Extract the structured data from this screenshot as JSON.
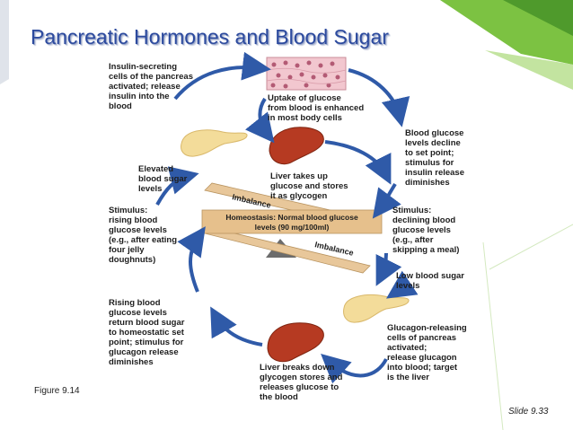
{
  "slide": {
    "title": "Pancreatic Hormones and Blood Sugar",
    "figure_label": "Figure 9.14",
    "slide_number": "Slide 9.33"
  },
  "diagram": {
    "labels": {
      "insulin_secreting": "Insulin-secreting\ncells of the pancreas\nactivated; release\ninsulin into the\nblood",
      "uptake": "Uptake of glucose\nfrom blood is enhanced\nin most body cells",
      "bg_decline": "Blood glucose\nlevels decline\nto set point;\nstimulus for\ninsulin release\ndiminishes",
      "elevated": "Elevated\nblood sugar\nlevels",
      "liver_takes_up": "Liver takes up\nglucose and stores\nit as glycogen",
      "stimulus_rising": "Stimulus:\nrising blood\nglucose levels\n(e.g., after eating\nfour jelly\ndoughnuts)",
      "stimulus_declining": "Stimulus:\ndeclining blood\nglucose levels\n(e.g., after\nskipping a meal)",
      "low_sugar": "Low blood sugar\nlevels",
      "rising_return": "Rising blood\nglucose levels\nreturn blood sugar\nto homeostatic set\npoint; stimulus for\nglucagon release\ndiminishes",
      "glucagon_releasing": "Glucagon-releasing\ncells of pancreas\nactivated;\nrelease glucagon\ninto blood; target\nis the liver",
      "liver_breaks_down": "Liver breaks down\nglycogen stores and\nreleases glucose to\nthe blood"
    },
    "balance": {
      "imbalance_top": "Imbalance",
      "imbalance_bottom": "Imbalance",
      "homeostasis_line1": "Homeostasis: Normal blood glucose",
      "homeostasis_line2": "levels (90 mg/100ml)"
    },
    "colors": {
      "title": "#2c4a9e",
      "arrow": "#2f5aa8",
      "beam": "#e8c79a",
      "liver": "#b63a22",
      "pancreas": "#f3dc9a",
      "deco_green": "#7cc242"
    }
  }
}
